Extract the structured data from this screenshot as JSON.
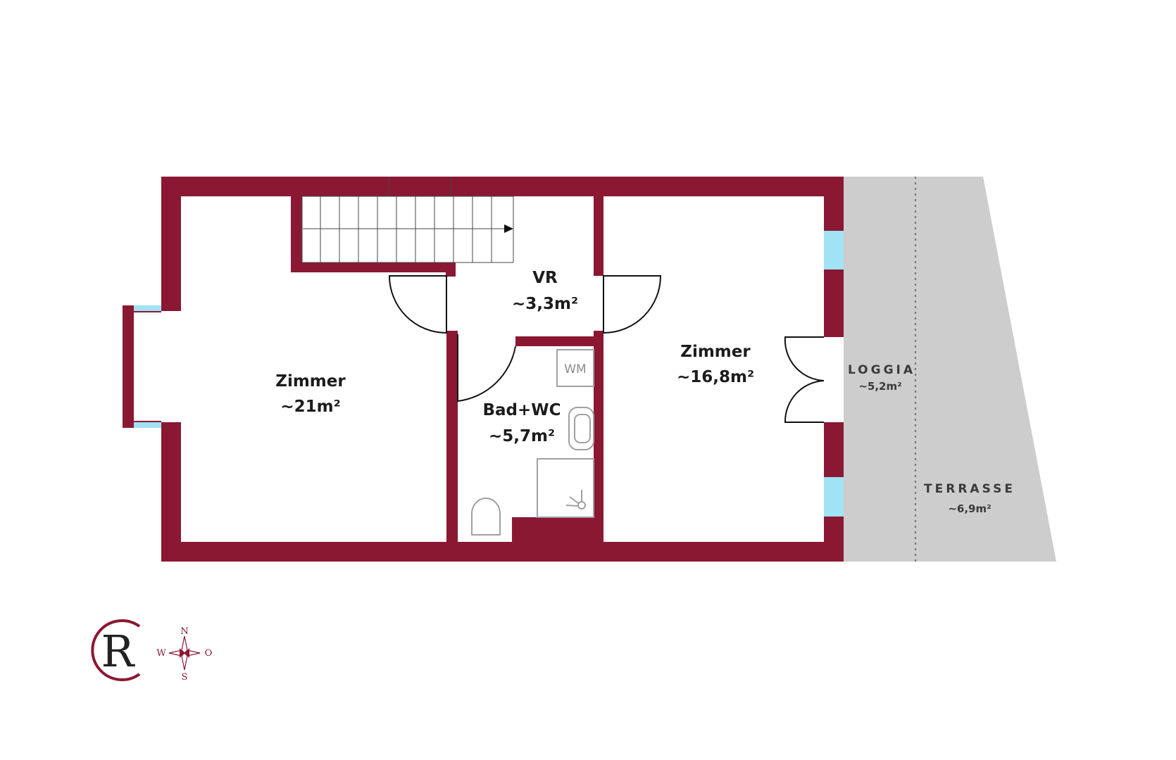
{
  "colors": {
    "wall": "#8b1832",
    "window": "#9fe3f5",
    "outdoor": "#cdcdcd",
    "fixture": "#a0a0a0",
    "text": "#1c1c1c"
  },
  "rooms": [
    {
      "name": "Zimmer",
      "area": "~21m²"
    },
    {
      "name": "VR",
      "area": "~3,3m²"
    },
    {
      "name": "Bad+WC",
      "area": "~5,7m²"
    },
    {
      "name": "Zimmer",
      "area": "~16,8m²"
    }
  ],
  "outdoor": [
    {
      "name": "LOGGIA",
      "area": "~5,2m²"
    },
    {
      "name": "TERRASSE",
      "area": "~6,9m²"
    }
  ],
  "fixtures": {
    "washing_machine": "WM"
  },
  "logo": {
    "letter": "R"
  },
  "compass": {
    "north": "N",
    "south": "S",
    "west": "W",
    "east": "O"
  }
}
